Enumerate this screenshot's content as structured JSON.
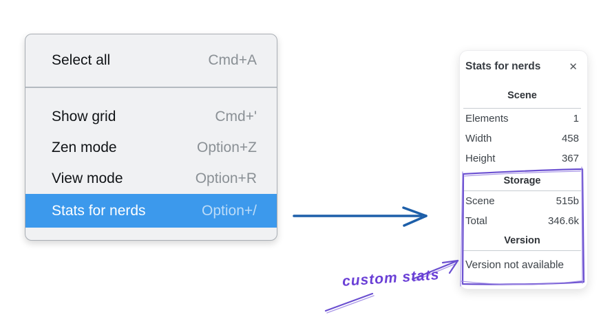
{
  "menu": {
    "items": [
      {
        "label": "Select all",
        "shortcut": "Cmd+A"
      },
      {
        "label": "Show grid",
        "shortcut": "Cmd+'"
      },
      {
        "label": "Zen mode",
        "shortcut": "Option+Z"
      },
      {
        "label": "View mode",
        "shortcut": "Option+R"
      },
      {
        "label": "Stats for nerds",
        "shortcut": "Option+/"
      }
    ],
    "highlighted_item": "Stats for nerds",
    "highlight_color": "#3c99ec"
  },
  "panel": {
    "title": "Stats for nerds",
    "close_glyph": "✕",
    "scene": {
      "header": "Scene",
      "rows": [
        {
          "label": "Elements",
          "value": "1"
        },
        {
          "label": "Width",
          "value": "458"
        },
        {
          "label": "Height",
          "value": "367"
        }
      ]
    },
    "storage": {
      "header": "Storage",
      "rows": [
        {
          "label": "Scene",
          "value": "515b"
        },
        {
          "label": "Total",
          "value": "346.6k"
        }
      ]
    },
    "version": {
      "header": "Version",
      "note": "Version not available"
    }
  },
  "annotation": {
    "label": "custom stats",
    "color": "#6a4fd0"
  },
  "arrow_color": "#1d5fa9"
}
